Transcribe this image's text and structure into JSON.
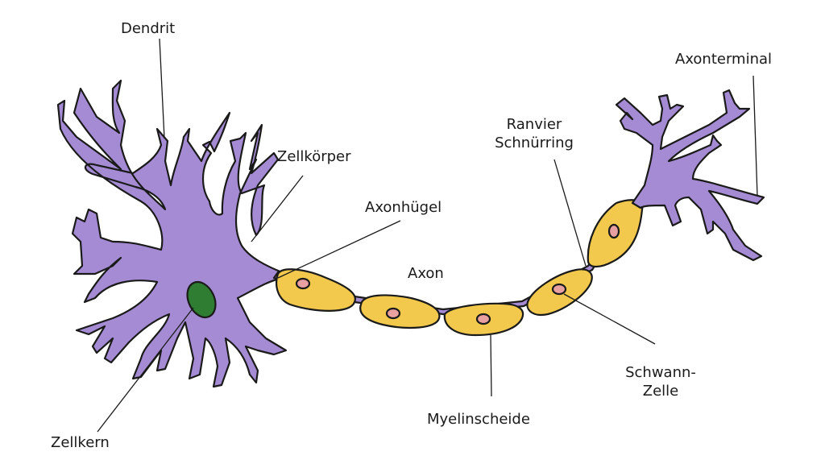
{
  "title": "Neuron diagram",
  "colors": {
    "neuron": "#a58bd3",
    "outline": "#1a1a1a",
    "myelin": "#f2c94c",
    "nucleus": "#2e7d32",
    "schwann_nucleus": "#e8a0a0",
    "background": "#ffffff"
  },
  "labels": {
    "dendrit": "Dendrit",
    "zellkoerper": "Zellkörper",
    "axonhuegel": "Axonhügel",
    "axon": "Axon",
    "ranvier_line1": "Ranvier",
    "ranvier_line2": "Schnürring",
    "axonterminal": "Axonterminal",
    "schwann_line1": "Schwann-",
    "schwann_line2": "Zelle",
    "myelinscheide": "Myelinscheide",
    "zellkern": "Zellkern"
  }
}
